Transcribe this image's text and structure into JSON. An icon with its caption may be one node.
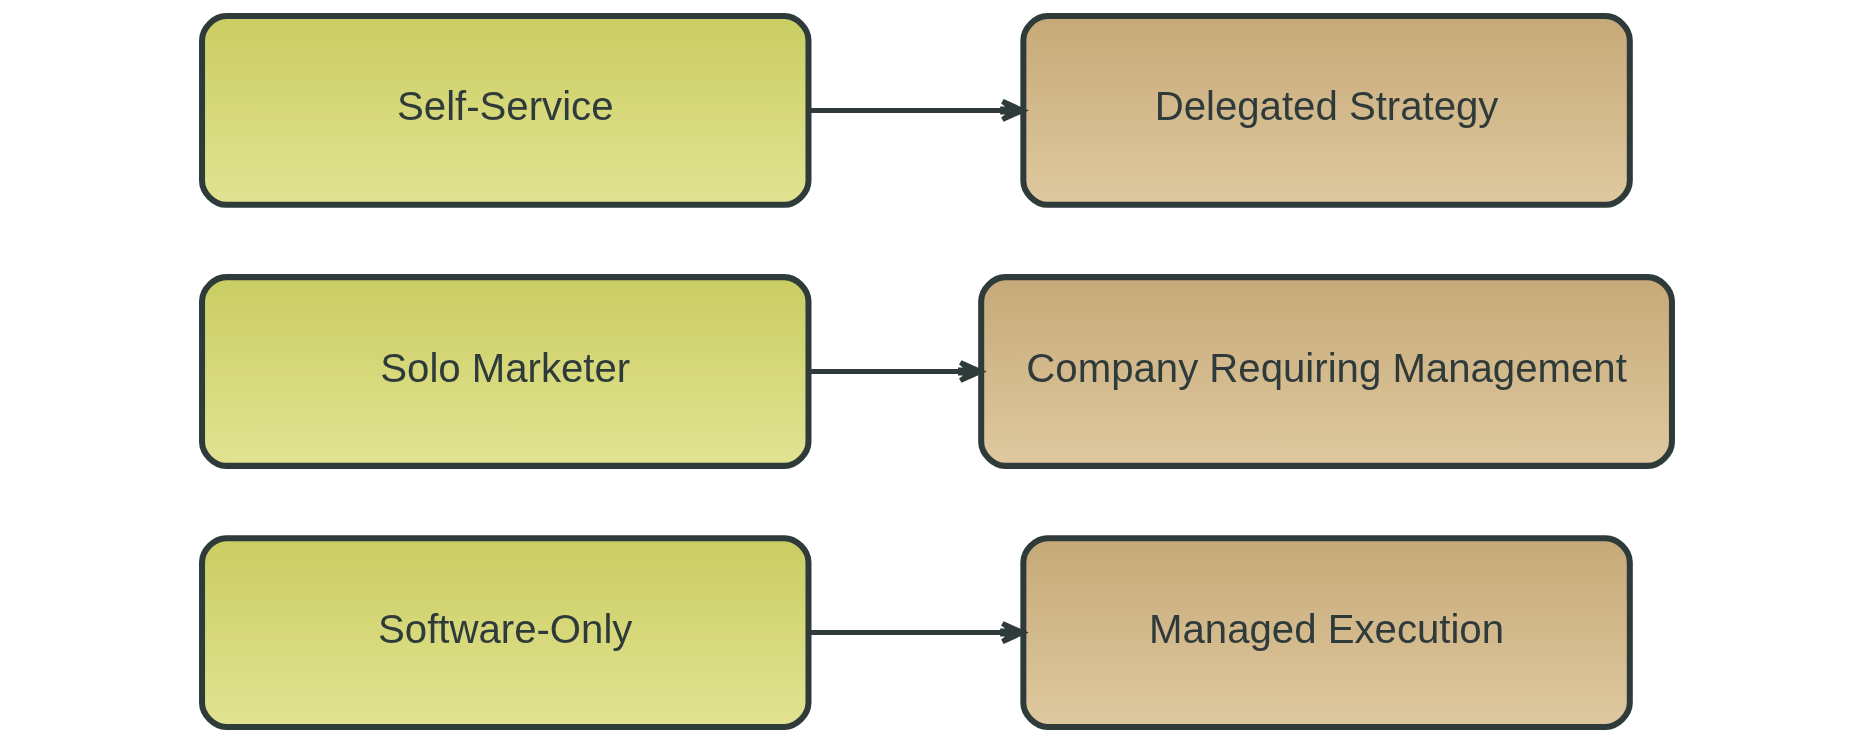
{
  "diagram": {
    "nodes": [
      {
        "text": [
          "Software-Only"
        ]
      },
      {
        "text": [
          "Managed Execution"
        ]
      },
      {
        "text": [
          "Solo Marketer"
        ]
      },
      {
        "text": [
          "Company Requiring Management"
        ]
      },
      {
        "text": [
          "Self-Service"
        ]
      },
      {
        "text": [
          "Delegated Strategy"
        ]
      }
    ],
    "edges": [
      {
        "from": 0,
        "to": 1,
        "arrow": "to"
      },
      {
        "from": 2,
        "to": 3,
        "arrow": "to"
      },
      {
        "from": 4,
        "to": 5,
        "arrow": "to"
      }
    ]
  }
}
